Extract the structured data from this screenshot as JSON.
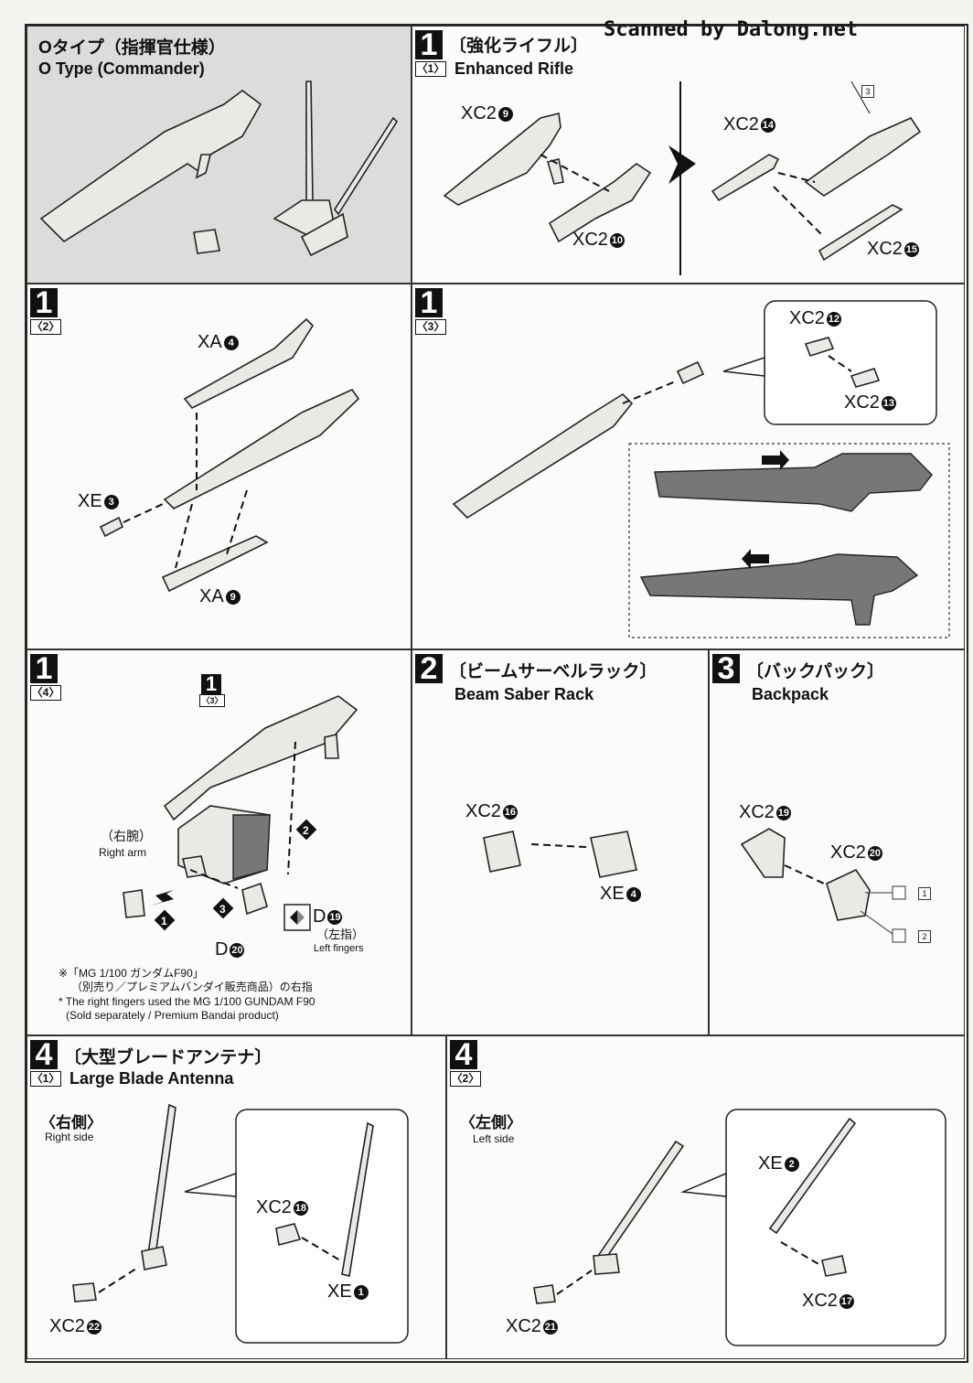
{
  "watermark": "Scanned by Dalong.net",
  "otype": {
    "title_jp": "Oタイプ（指揮官仕様）",
    "title_en": "O Type (Commander)"
  },
  "step1_1": {
    "num": "1",
    "sub": "〈1〉",
    "title_jp": "〔強化ライフル〕",
    "title_en": "Enhanced Rifle",
    "parts": [
      "XC2",
      "9",
      "XC2",
      "10",
      "XC2",
      "14",
      "XC2",
      "15"
    ],
    "tag": "3"
  },
  "step1_2": {
    "num": "1",
    "sub": "〈2〉",
    "parts": [
      "XA",
      "4",
      "XE",
      "3",
      "XA",
      "9"
    ]
  },
  "step1_3": {
    "num": "1",
    "sub": "〈3〉",
    "parts": [
      "XC2",
      "12",
      "XC2",
      "13"
    ]
  },
  "step1_4": {
    "num": "1",
    "sub": "〈4〉",
    "ref_num": "1",
    "ref_sub": "〈3〉",
    "right_arm_jp": "（右腕）",
    "right_arm_en": "Right arm",
    "d19": "D",
    "d19_num": "19",
    "left_fingers_jp": "（左指）",
    "left_fingers_en": "Left fingers",
    "d20": "D",
    "d20_num": "20",
    "steps": [
      "1",
      "2",
      "3"
    ],
    "note_lines": [
      "※「MG 1/100 ガンダムF90」",
      "（別売り／プレミアムバンダイ販売商品）の右指",
      "* The right fingers used the MG 1/100 GUNDAM F90",
      "(Sold separately / Premium Bandai product)"
    ]
  },
  "step2": {
    "num": "2",
    "title_jp": "〔ビームサーベルラック〕",
    "title_en": "Beam Saber Rack",
    "parts": [
      "XC2",
      "16",
      "XE",
      "4"
    ]
  },
  "step3": {
    "num": "3",
    "title_jp": "〔バックパック〕",
    "title_en": "Backpack",
    "parts": [
      "XC2",
      "19",
      "XC2",
      "20"
    ],
    "tags": [
      "1",
      "2"
    ]
  },
  "step4_1": {
    "num": "4",
    "sub": "〈1〉",
    "title_jp": "〔大型ブレードアンテナ〕",
    "title_en": "Large Blade Antenna",
    "side_jp": "〈右側〉",
    "side_en": "Right side",
    "parts": [
      "XC2",
      "18",
      "XE",
      "1",
      "XC2",
      "22"
    ]
  },
  "step4_2": {
    "num": "4",
    "sub": "〈2〉",
    "side_jp": "〈左側〉",
    "side_en": "Left side",
    "parts": [
      "XE",
      "2",
      "XC2",
      "17",
      "XC2",
      "21"
    ]
  }
}
